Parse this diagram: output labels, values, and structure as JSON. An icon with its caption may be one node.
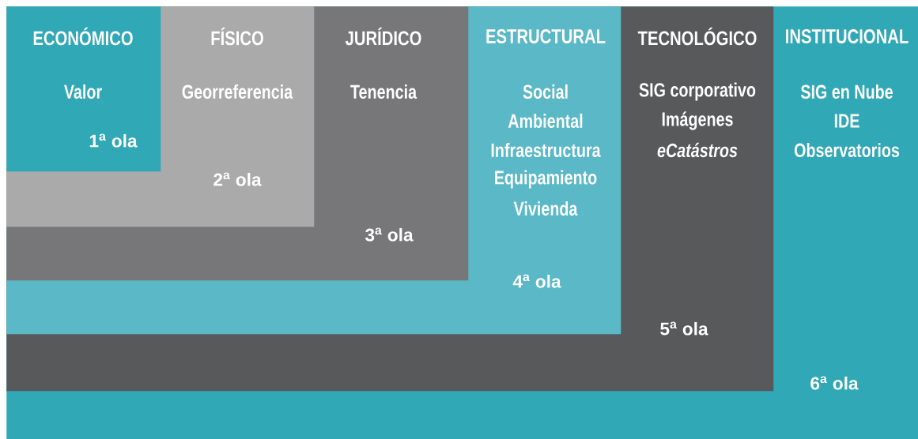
{
  "diagram": {
    "nodes": [
      {
        "text": [
          "INSTITUCIONAL",
          "SIG en Nube",
          "IDE",
          "Observatorios",
          "6$^{a}$ ola"
        ]
      },
      {
        "text": [
          "TECNOLÓGICO",
          "SIG corporativo",
          "Imágenes",
          "*eCatástros*",
          "5$^{a}$ ola"
        ],
        "in": 0
      },
      {
        "text": [
          "ESTRUCTURAL",
          "Social",
          "Ambiental",
          "Infraestructura",
          "Equipamiento",
          "Vivienda",
          "4$^{a}$ ola"
        ],
        "in": 1
      },
      {
        "text": [
          "JURÍDICO",
          "Tenencia",
          "3$^{a}$ ola"
        ],
        "in": 2
      },
      {
        "text": [
          "FÍSICO",
          "Georreferencia",
          "2$^{a}$ ola"
        ],
        "in": 3
      },
      {
        "text": [
          "ECONÓMICO",
          "Valor",
          "1$^{a}$ ola"
        ],
        "in": 4
      }
    ]
  }
}
